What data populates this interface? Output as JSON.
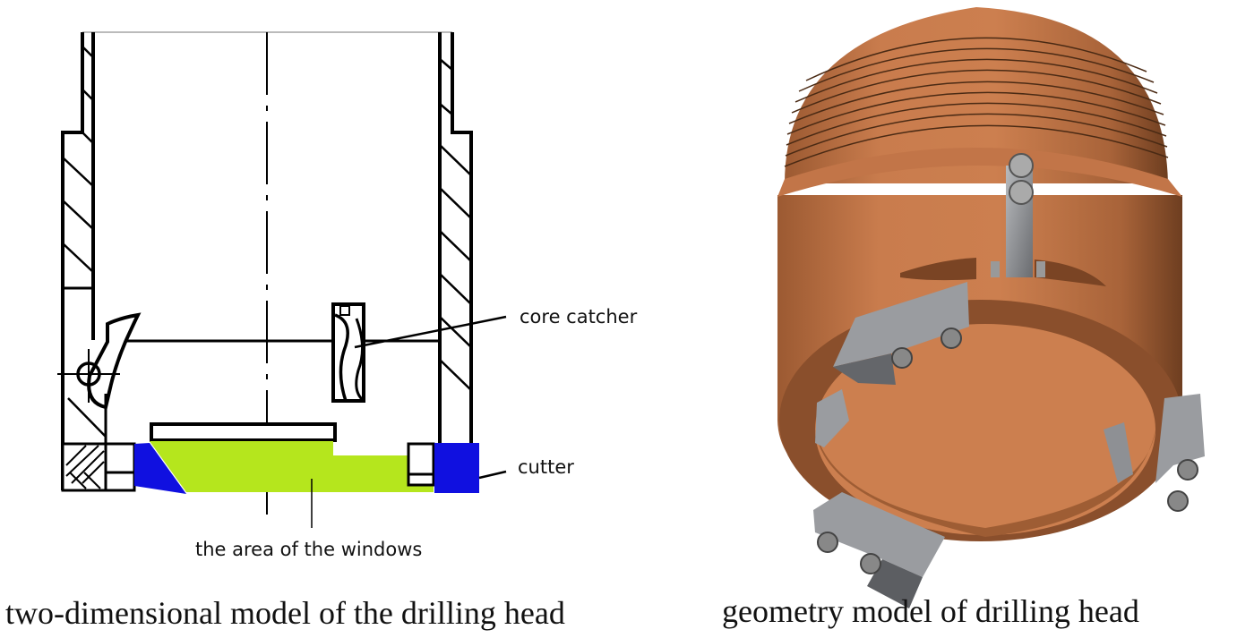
{
  "left_panel": {
    "labels": {
      "core_catcher": "core catcher",
      "cutter": "cutter",
      "window_area": "the area of the windows"
    },
    "caption": "two-dimensional model of the drilling head",
    "colors": {
      "line": "#000000",
      "cutter": "#1010e0",
      "window_area": "#b5e61d"
    }
  },
  "right_panel": {
    "caption": "geometry model of drilling head",
    "colors": {
      "body": "#c8784a",
      "body_dark": "#8a4f2c",
      "cutter": "#9a9ca0",
      "cutter_dark": "#5c5e62"
    }
  }
}
